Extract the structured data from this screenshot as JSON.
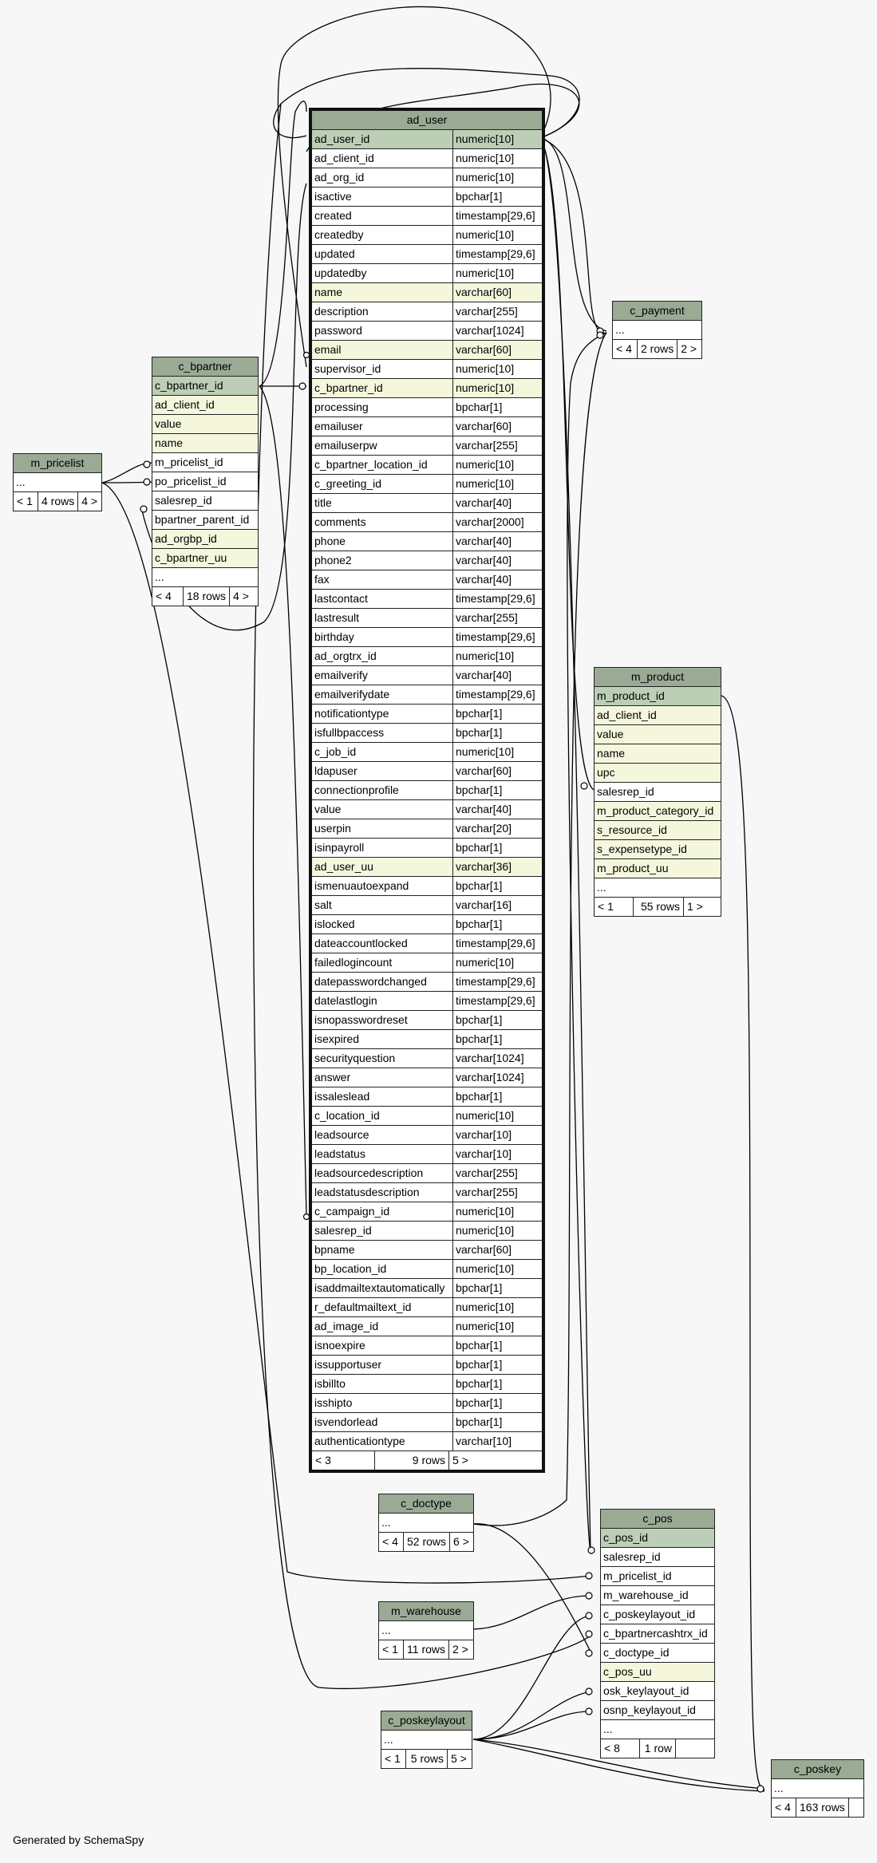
{
  "footer": "Generated by SchemaSpy",
  "tables": {
    "ad_user": {
      "name": "ad_user",
      "columns": [
        {
          "n": "ad_user_id",
          "t": "numeric[10]",
          "k": "pk"
        },
        {
          "n": "ad_client_id",
          "t": "numeric[10]",
          "k": ""
        },
        {
          "n": "ad_org_id",
          "t": "numeric[10]",
          "k": ""
        },
        {
          "n": "isactive",
          "t": "bpchar[1]",
          "k": ""
        },
        {
          "n": "created",
          "t": "timestamp[29,6]",
          "k": ""
        },
        {
          "n": "createdby",
          "t": "numeric[10]",
          "k": ""
        },
        {
          "n": "updated",
          "t": "timestamp[29,6]",
          "k": ""
        },
        {
          "n": "updatedby",
          "t": "numeric[10]",
          "k": ""
        },
        {
          "n": "name",
          "t": "varchar[60]",
          "k": "idx"
        },
        {
          "n": "description",
          "t": "varchar[255]",
          "k": ""
        },
        {
          "n": "password",
          "t": "varchar[1024]",
          "k": ""
        },
        {
          "n": "email",
          "t": "varchar[60]",
          "k": "idx"
        },
        {
          "n": "supervisor_id",
          "t": "numeric[10]",
          "k": ""
        },
        {
          "n": "c_bpartner_id",
          "t": "numeric[10]",
          "k": "idx"
        },
        {
          "n": "processing",
          "t": "bpchar[1]",
          "k": ""
        },
        {
          "n": "emailuser",
          "t": "varchar[60]",
          "k": ""
        },
        {
          "n": "emailuserpw",
          "t": "varchar[255]",
          "k": ""
        },
        {
          "n": "c_bpartner_location_id",
          "t": "numeric[10]",
          "k": ""
        },
        {
          "n": "c_greeting_id",
          "t": "numeric[10]",
          "k": ""
        },
        {
          "n": "title",
          "t": "varchar[40]",
          "k": ""
        },
        {
          "n": "comments",
          "t": "varchar[2000]",
          "k": ""
        },
        {
          "n": "phone",
          "t": "varchar[40]",
          "k": ""
        },
        {
          "n": "phone2",
          "t": "varchar[40]",
          "k": ""
        },
        {
          "n": "fax",
          "t": "varchar[40]",
          "k": ""
        },
        {
          "n": "lastcontact",
          "t": "timestamp[29,6]",
          "k": ""
        },
        {
          "n": "lastresult",
          "t": "varchar[255]",
          "k": ""
        },
        {
          "n": "birthday",
          "t": "timestamp[29,6]",
          "k": ""
        },
        {
          "n": "ad_orgtrx_id",
          "t": "numeric[10]",
          "k": ""
        },
        {
          "n": "emailverify",
          "t": "varchar[40]",
          "k": ""
        },
        {
          "n": "emailverifydate",
          "t": "timestamp[29,6]",
          "k": ""
        },
        {
          "n": "notificationtype",
          "t": "bpchar[1]",
          "k": ""
        },
        {
          "n": "isfullbpaccess",
          "t": "bpchar[1]",
          "k": ""
        },
        {
          "n": "c_job_id",
          "t": "numeric[10]",
          "k": ""
        },
        {
          "n": "ldapuser",
          "t": "varchar[60]",
          "k": ""
        },
        {
          "n": "connectionprofile",
          "t": "bpchar[1]",
          "k": ""
        },
        {
          "n": "value",
          "t": "varchar[40]",
          "k": ""
        },
        {
          "n": "userpin",
          "t": "varchar[20]",
          "k": ""
        },
        {
          "n": "isinpayroll",
          "t": "bpchar[1]",
          "k": ""
        },
        {
          "n": "ad_user_uu",
          "t": "varchar[36]",
          "k": "idx"
        },
        {
          "n": "ismenuautoexpand",
          "t": "bpchar[1]",
          "k": ""
        },
        {
          "n": "salt",
          "t": "varchar[16]",
          "k": ""
        },
        {
          "n": "islocked",
          "t": "bpchar[1]",
          "k": ""
        },
        {
          "n": "dateaccountlocked",
          "t": "timestamp[29,6]",
          "k": ""
        },
        {
          "n": "failedlogincount",
          "t": "numeric[10]",
          "k": ""
        },
        {
          "n": "datepasswordchanged",
          "t": "timestamp[29,6]",
          "k": ""
        },
        {
          "n": "datelastlogin",
          "t": "timestamp[29,6]",
          "k": ""
        },
        {
          "n": "isnopasswordreset",
          "t": "bpchar[1]",
          "k": ""
        },
        {
          "n": "isexpired",
          "t": "bpchar[1]",
          "k": ""
        },
        {
          "n": "securityquestion",
          "t": "varchar[1024]",
          "k": ""
        },
        {
          "n": "answer",
          "t": "varchar[1024]",
          "k": ""
        },
        {
          "n": "issaleslead",
          "t": "bpchar[1]",
          "k": ""
        },
        {
          "n": "c_location_id",
          "t": "numeric[10]",
          "k": ""
        },
        {
          "n": "leadsource",
          "t": "varchar[10]",
          "k": ""
        },
        {
          "n": "leadstatus",
          "t": "varchar[10]",
          "k": ""
        },
        {
          "n": "leadsourcedescription",
          "t": "varchar[255]",
          "k": ""
        },
        {
          "n": "leadstatusdescription",
          "t": "varchar[255]",
          "k": ""
        },
        {
          "n": "c_campaign_id",
          "t": "numeric[10]",
          "k": ""
        },
        {
          "n": "salesrep_id",
          "t": "numeric[10]",
          "k": ""
        },
        {
          "n": "bpname",
          "t": "varchar[60]",
          "k": ""
        },
        {
          "n": "bp_location_id",
          "t": "numeric[10]",
          "k": ""
        },
        {
          "n": "isaddmailtextautomatically",
          "t": "bpchar[1]",
          "k": ""
        },
        {
          "n": "r_defaultmailtext_id",
          "t": "numeric[10]",
          "k": ""
        },
        {
          "n": "ad_image_id",
          "t": "numeric[10]",
          "k": ""
        },
        {
          "n": "isnoexpire",
          "t": "bpchar[1]",
          "k": ""
        },
        {
          "n": "issupportuser",
          "t": "bpchar[1]",
          "k": ""
        },
        {
          "n": "isbillto",
          "t": "bpchar[1]",
          "k": ""
        },
        {
          "n": "isshipto",
          "t": "bpchar[1]",
          "k": ""
        },
        {
          "n": "isvendorlead",
          "t": "bpchar[1]",
          "k": ""
        },
        {
          "n": "authenticationtype",
          "t": "varchar[10]",
          "k": ""
        }
      ],
      "footer": [
        "< 3",
        "9 rows",
        "5 >"
      ]
    },
    "c_bpartner": {
      "name": "c_bpartner",
      "columns": [
        {
          "n": "c_bpartner_id",
          "k": "pk"
        },
        {
          "n": "ad_client_id",
          "k": "idx"
        },
        {
          "n": "value",
          "k": "idx"
        },
        {
          "n": "name",
          "k": "idx"
        },
        {
          "n": "m_pricelist_id",
          "k": ""
        },
        {
          "n": "po_pricelist_id",
          "k": ""
        },
        {
          "n": "salesrep_id",
          "k": ""
        },
        {
          "n": "bpartner_parent_id",
          "k": ""
        },
        {
          "n": "ad_orgbp_id",
          "k": "idx"
        },
        {
          "n": "c_bpartner_uu",
          "k": "idx"
        },
        {
          "n": "...",
          "k": ""
        }
      ],
      "footer": [
        "< 4",
        "18 rows",
        "4 >"
      ]
    },
    "m_pricelist": {
      "name": "m_pricelist",
      "columns": [
        {
          "n": "...",
          "k": ""
        }
      ],
      "footer": [
        "< 1",
        "4 rows",
        "4 >"
      ]
    },
    "c_payment": {
      "name": "c_payment",
      "columns": [
        {
          "n": "...",
          "k": ""
        }
      ],
      "footer": [
        "< 4",
        "2 rows",
        "2 >"
      ]
    },
    "m_product": {
      "name": "m_product",
      "columns": [
        {
          "n": "m_product_id",
          "k": "pk"
        },
        {
          "n": "ad_client_id",
          "k": "idx"
        },
        {
          "n": "value",
          "k": "idx"
        },
        {
          "n": "name",
          "k": "idx"
        },
        {
          "n": "upc",
          "k": "idx"
        },
        {
          "n": "salesrep_id",
          "k": ""
        },
        {
          "n": "m_product_category_id",
          "k": "idx"
        },
        {
          "n": "s_resource_id",
          "k": "idx"
        },
        {
          "n": "s_expensetype_id",
          "k": "idx"
        },
        {
          "n": "m_product_uu",
          "k": "idx"
        },
        {
          "n": "...",
          "k": ""
        }
      ],
      "footer": [
        "< 1",
        "55 rows",
        "1 >"
      ]
    },
    "c_doctype": {
      "name": "c_doctype",
      "columns": [
        {
          "n": "...",
          "k": ""
        }
      ],
      "footer": [
        "< 4",
        "52 rows",
        "6 >"
      ]
    },
    "m_warehouse": {
      "name": "m_warehouse",
      "columns": [
        {
          "n": "...",
          "k": ""
        }
      ],
      "footer": [
        "< 1",
        "11 rows",
        "2 >"
      ]
    },
    "c_poskeylayout": {
      "name": "c_poskeylayout",
      "columns": [
        {
          "n": "...",
          "k": ""
        }
      ],
      "footer": [
        "< 1",
        "5 rows",
        "5 >"
      ]
    },
    "c_pos": {
      "name": "c_pos",
      "columns": [
        {
          "n": "c_pos_id",
          "k": "pk"
        },
        {
          "n": "salesrep_id",
          "k": ""
        },
        {
          "n": "m_pricelist_id",
          "k": ""
        },
        {
          "n": "m_warehouse_id",
          "k": ""
        },
        {
          "n": "c_poskeylayout_id",
          "k": ""
        },
        {
          "n": "c_bpartnercashtrx_id",
          "k": ""
        },
        {
          "n": "c_doctype_id",
          "k": ""
        },
        {
          "n": "c_pos_uu",
          "k": "idx"
        },
        {
          "n": "osk_keylayout_id",
          "k": ""
        },
        {
          "n": "osnp_keylayout_id",
          "k": ""
        },
        {
          "n": "...",
          "k": ""
        }
      ],
      "footer": [
        "< 8",
        "1 row",
        ""
      ]
    },
    "c_poskey": {
      "name": "c_poskey",
      "columns": [
        {
          "n": "...",
          "k": ""
        }
      ],
      "footer": [
        "< 4",
        "163 rows",
        ""
      ]
    }
  }
}
